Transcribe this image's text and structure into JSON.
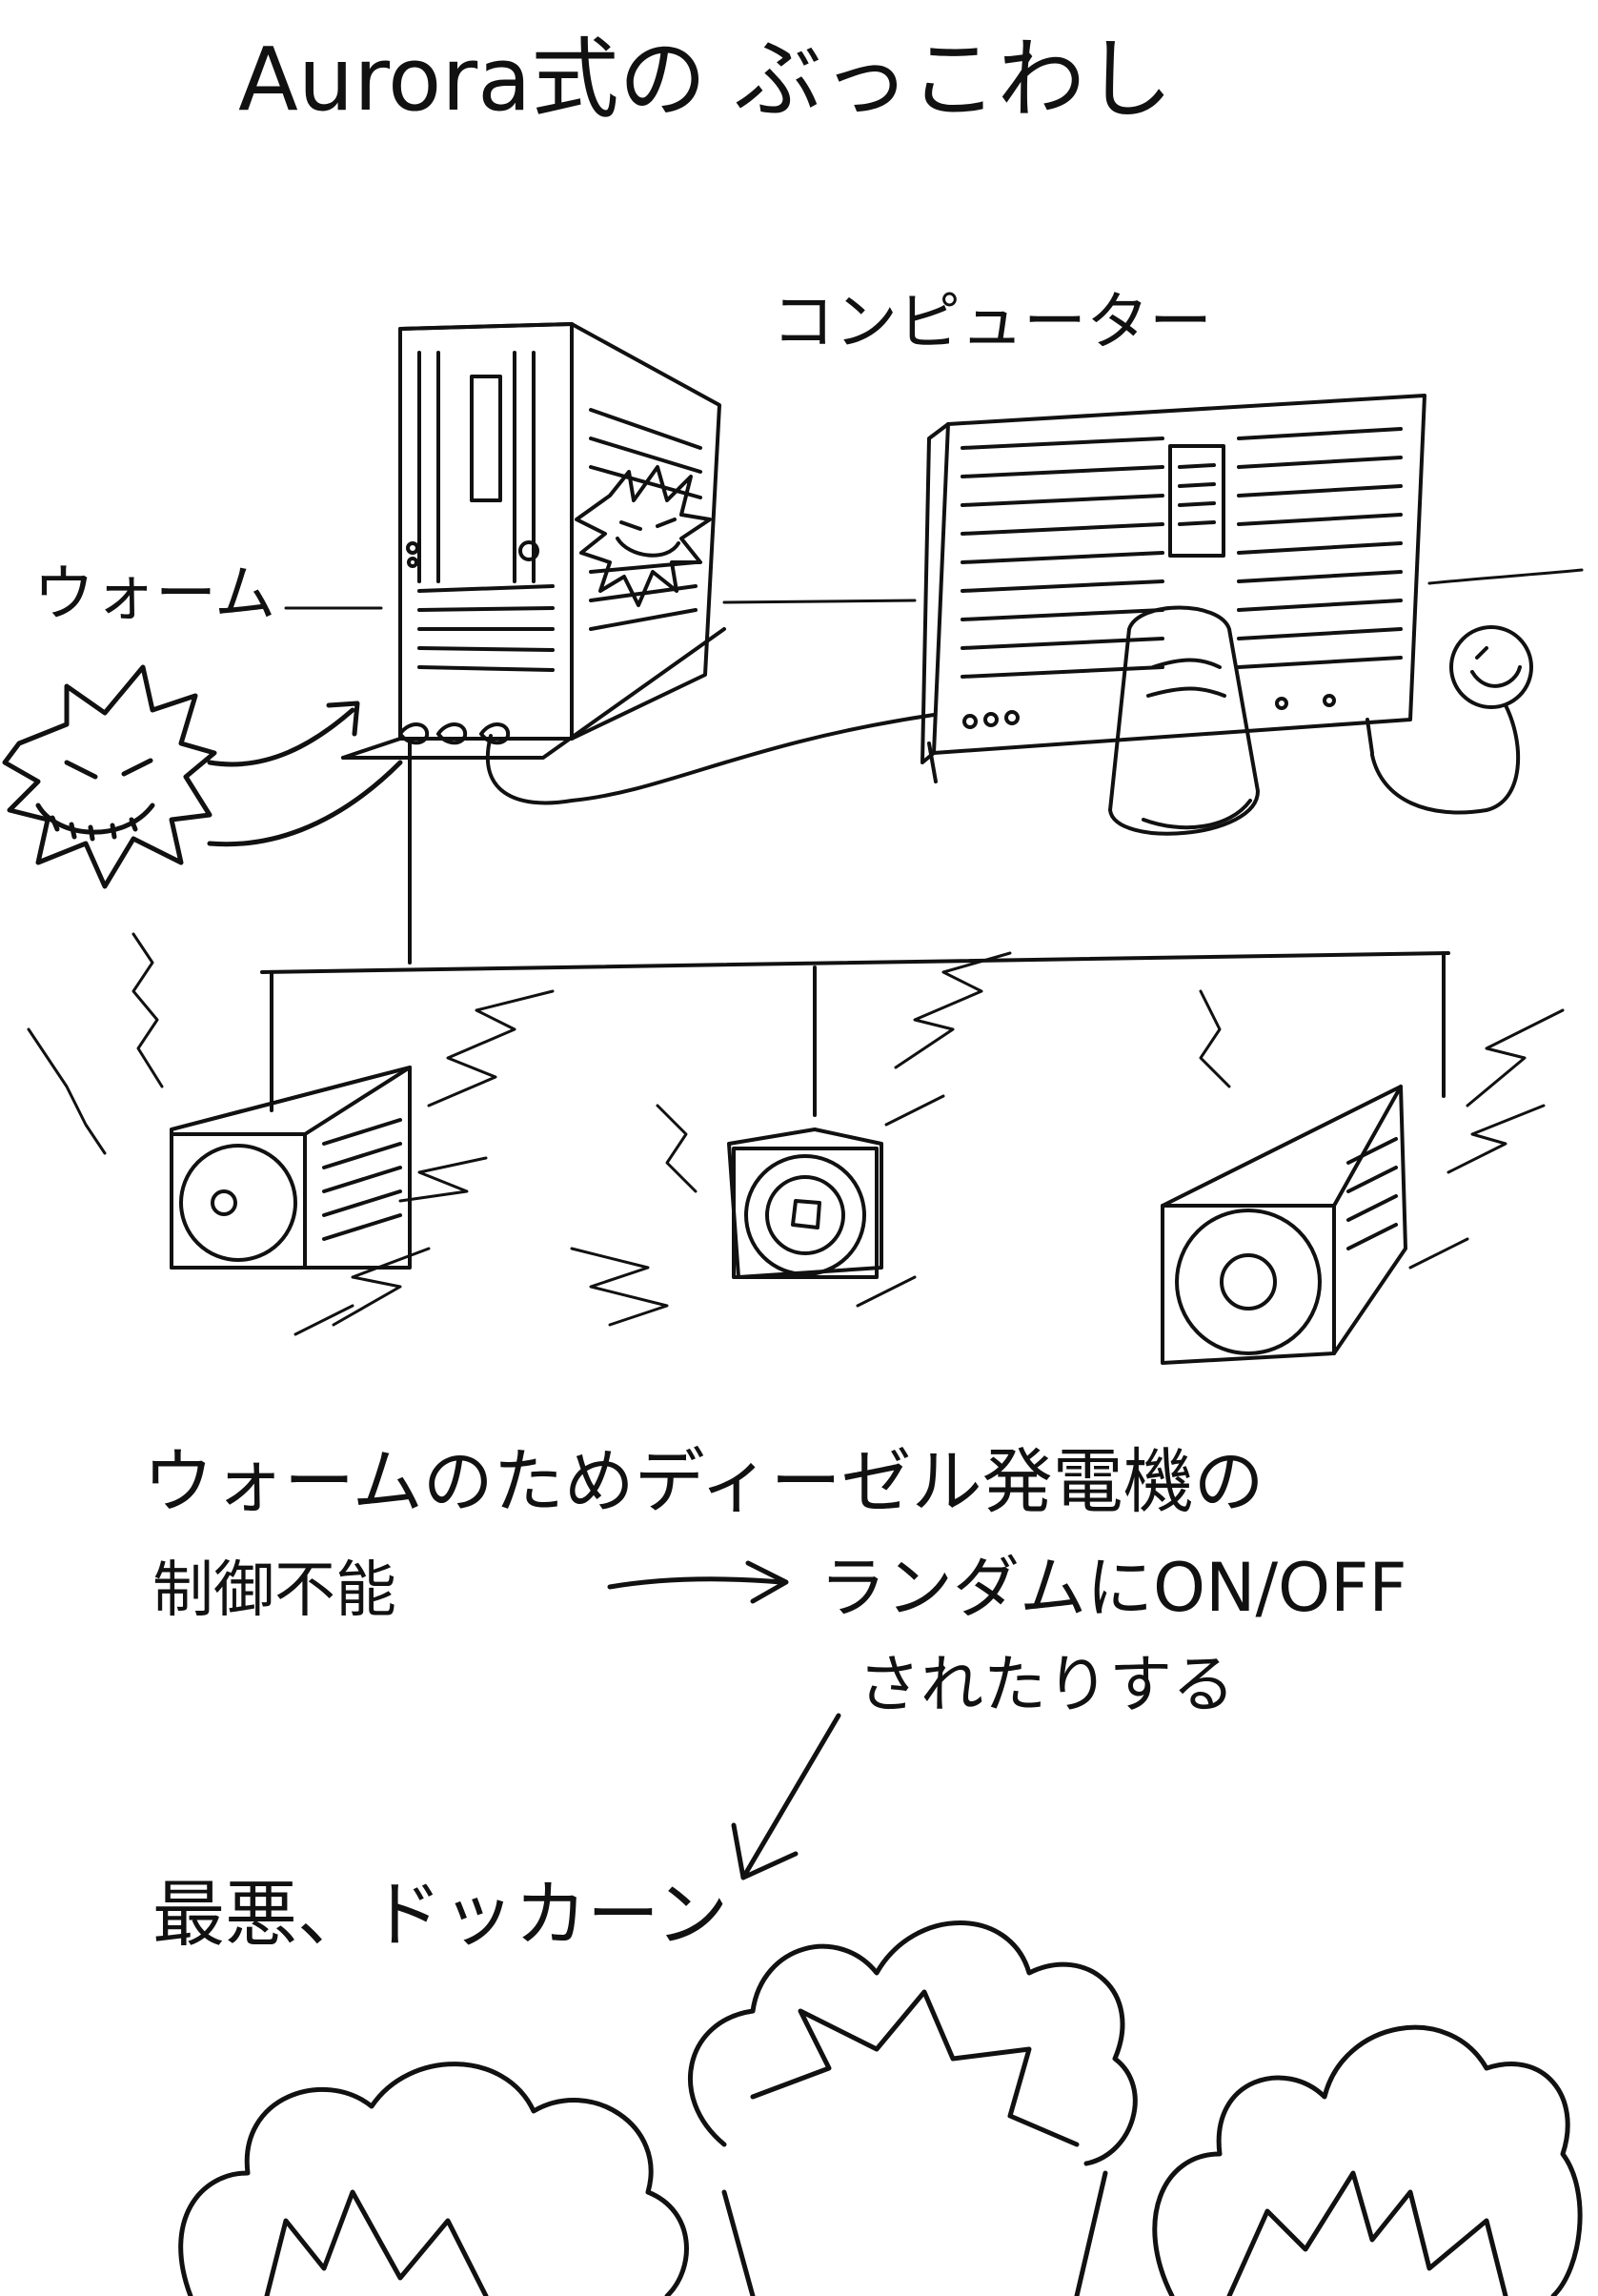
{
  "title": "Aurora式の ぶっこわし",
  "labels": {
    "computer": "コンピューター",
    "worm": "ウォーム"
  },
  "caption": {
    "line1": "ウォームのためディーゼル発電機の",
    "line2_left": "制御不能",
    "line2_right": "ランダムにON/OFF",
    "line3": "されたりする"
  },
  "outcome": "最悪、ドッカーン",
  "colors": {
    "ink": "#111111",
    "paper": "#ffffff"
  },
  "icons": [
    "grinning-virus-icon",
    "arrow-right-icon",
    "arrow-down-left-icon",
    "explosion-cloud-icon"
  ]
}
